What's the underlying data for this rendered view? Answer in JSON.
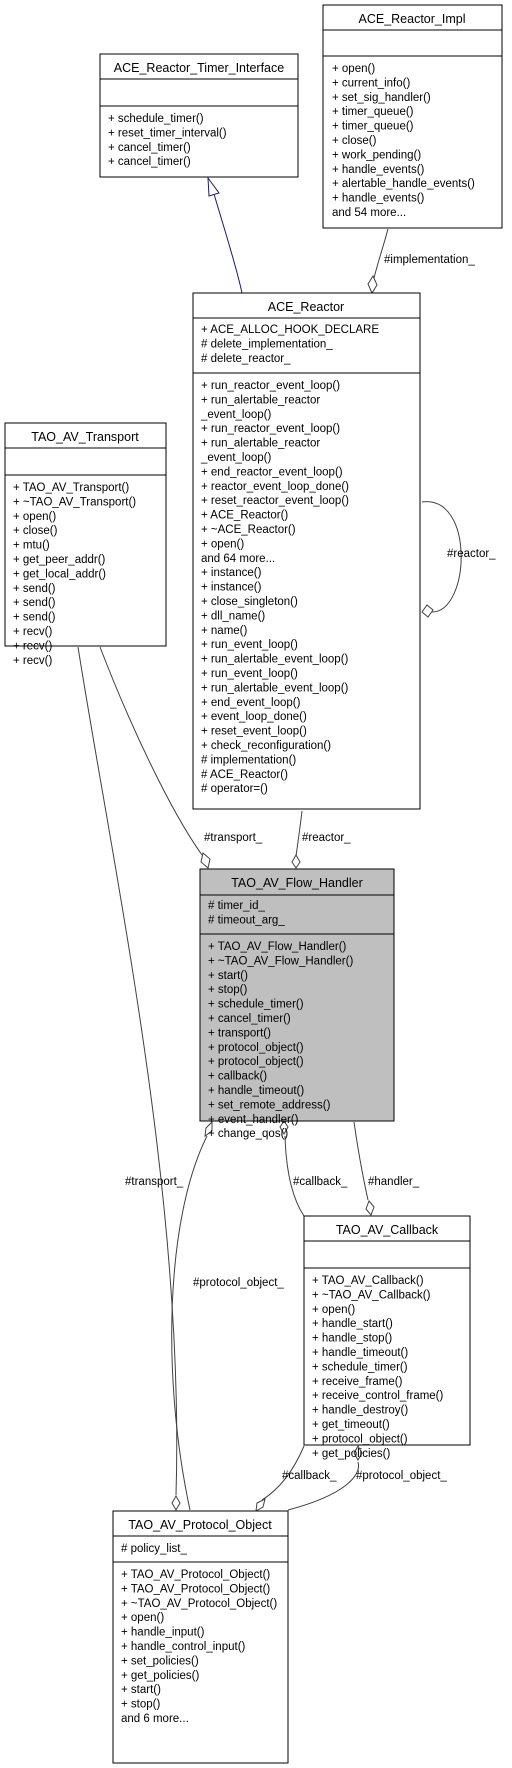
{
  "classes": {
    "timer_interface": {
      "name": "ACE_Reactor_Timer_Interface",
      "attributes": [],
      "methods": [
        "+ schedule_timer()",
        "+ reset_timer_interval()",
        "+ cancel_timer()",
        "+ cancel_timer()"
      ]
    },
    "reactor_impl": {
      "name": "ACE_Reactor_Impl",
      "attributes": [],
      "methods": [
        "+ open()",
        "+ current_info()",
        "+ set_sig_handler()",
        "+ timer_queue()",
        "+ timer_queue()",
        "+ close()",
        "+ work_pending()",
        "+ handle_events()",
        "+ alertable_handle_events()",
        "+ handle_events()",
        "and 54 more..."
      ]
    },
    "reactor": {
      "name": "ACE_Reactor",
      "attributes": [
        "+ ACE_ALLOC_HOOK_DECLARE",
        "# delete_implementation_",
        "# delete_reactor_"
      ],
      "methods": [
        "+ run_reactor_event_loop()",
        "+ run_alertable_reactor",
        "_event_loop()",
        "+ run_reactor_event_loop()",
        "+ run_alertable_reactor",
        "_event_loop()",
        "+ end_reactor_event_loop()",
        "+ reactor_event_loop_done()",
        "+ reset_reactor_event_loop()",
        "+ ACE_Reactor()",
        "+ ~ACE_Reactor()",
        "+ open()",
        "and 64 more...",
        "+ instance()",
        "+ instance()",
        "+ close_singleton()",
        "+ dll_name()",
        "+ name()",
        "+ run_event_loop()",
        "+ run_alertable_event_loop()",
        "+ run_event_loop()",
        "+ run_alertable_event_loop()",
        "+ end_event_loop()",
        "+ event_loop_done()",
        "+ reset_event_loop()",
        "+ check_reconfiguration()",
        "# implementation()",
        "# ACE_Reactor()",
        "# operator=()"
      ]
    },
    "transport": {
      "name": "TAO_AV_Transport",
      "attributes": [],
      "methods": [
        "+ TAO_AV_Transport()",
        "+ ~TAO_AV_Transport()",
        "+ open()",
        "+ close()",
        "+ mtu()",
        "+ get_peer_addr()",
        "+ get_local_addr()",
        "+ send()",
        "+ send()",
        "+ send()",
        "+ recv()",
        "+ recv()",
        "+ recv()"
      ]
    },
    "flow_handler": {
      "name": "TAO_AV_Flow_Handler",
      "attributes": [
        "# timer_id_",
        "# timeout_arg_"
      ],
      "methods": [
        "+ TAO_AV_Flow_Handler()",
        "+ ~TAO_AV_Flow_Handler()",
        "+ start()",
        "+ stop()",
        "+ schedule_timer()",
        "+ cancel_timer()",
        "+ transport()",
        "+ protocol_object()",
        "+ protocol_object()",
        "+ callback()",
        "+ handle_timeout()",
        "+ set_remote_address()",
        "+ event_handler()",
        "+ change_qos()"
      ]
    },
    "callback": {
      "name": "TAO_AV_Callback",
      "attributes": [],
      "methods": [
        "+ TAO_AV_Callback()",
        "+ ~TAO_AV_Callback()",
        "+ open()",
        "+ handle_start()",
        "+ handle_stop()",
        "+ handle_timeout()",
        "+ schedule_timer()",
        "+ receive_frame()",
        "+ receive_control_frame()",
        "+ handle_destroy()",
        "+ get_timeout()",
        "+ protocol_object()",
        "+ get_policies()"
      ]
    },
    "protocol_object": {
      "name": "TAO_AV_Protocol_Object",
      "attributes": [
        "# policy_list_"
      ],
      "methods": [
        "+ TAO_AV_Protocol_Object()",
        "+ TAO_AV_Protocol_Object()",
        "+ ~TAO_AV_Protocol_Object()",
        "+ open()",
        "+ handle_input()",
        "+ handle_control_input()",
        "+ set_policies()",
        "+ get_policies()",
        "+ start()",
        "+ stop()",
        "and 6 more..."
      ]
    }
  },
  "edges": {
    "implementation": "#implementation_",
    "reactor_self": "#reactor_",
    "transport_fh": "#transport_",
    "reactor_fh": "#reactor_",
    "callback_fh": "#callback_",
    "handler": "#handler_",
    "transport_po": "#transport_",
    "protocol_object_fh": "#protocol_object_",
    "callback_po": "#callback_",
    "protocol_object_cb": "#protocol_object_"
  },
  "colors": {
    "highlight_fill": "#bfbfbf",
    "inheritance_edge": "#191970",
    "association_edge": "#404040"
  }
}
